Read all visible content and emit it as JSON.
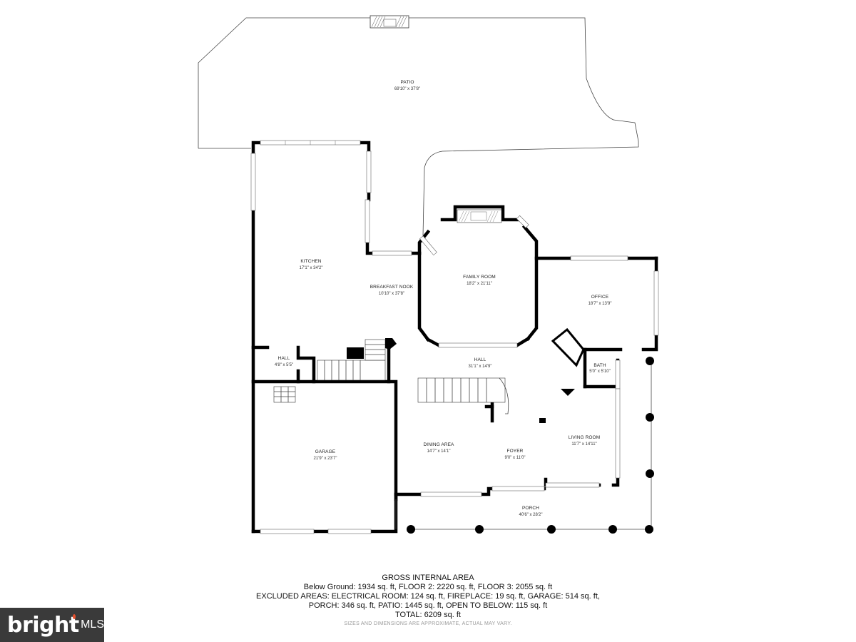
{
  "rooms": {
    "patio": {
      "name": "PATIO",
      "dim": "69'10\" x 37'8\""
    },
    "kitchen": {
      "name": "KITCHEN",
      "dim": "17'1\" x 34'2\""
    },
    "breakfast_nook": {
      "name": "BREAKFAST NOOK",
      "dim": "10'10\" x 37'8\""
    },
    "family_room": {
      "name": "FAMILY ROOM",
      "dim": "18'2\" x 21'11\""
    },
    "office": {
      "name": "OFFICE",
      "dim": "18'7\" x 13'9\""
    },
    "hall_small": {
      "name": "HALL",
      "dim": "4'8\" x 5'5\""
    },
    "hall_main": {
      "name": "HALL",
      "dim": "31'1\" x 14'9\""
    },
    "bath": {
      "name": "BATH",
      "dim": "5'0\" x 5'10\""
    },
    "garage": {
      "name": "GARAGE",
      "dim": "21'9\" x 23'7\""
    },
    "dining_area": {
      "name": "DINING AREA",
      "dim": "14'7\" x 14'1\""
    },
    "foyer": {
      "name": "FOYER",
      "dim": "9'0\" x 11'0\""
    },
    "living_room": {
      "name": "LIVING ROOM",
      "dim": "11'7\" x 14'11\""
    },
    "porch": {
      "name": "PORCH",
      "dim": "40'6\" x 28'2\""
    }
  },
  "summary": {
    "title": "GROSS INTERNAL AREA",
    "line1": "Below Ground: 1934 sq. ft, FLOOR 2: 2220 sq. ft, FLOOR 3: 2055 sq. ft",
    "line2": "EXCLUDED AREAS: ELECTRICAL ROOM: 124 sq. ft, FIREPLACE: 19 sq. ft, GARAGE: 514 sq. ft,",
    "line3": "PORCH: 346 sq. ft, PATIO: 1445 sq. ft, OPEN TO BELOW: 115 sq. ft",
    "total": "TOTAL: 6209 sq. ft",
    "disclaimer": "SIZES AND DIMENSIONS ARE APPROXIMATE, ACTUAL MAY VARY."
  },
  "logo": {
    "brand": "bright",
    "suffix": "MLS",
    "bg_color": "#3a3a3a",
    "accent_color": "#e8512d"
  }
}
